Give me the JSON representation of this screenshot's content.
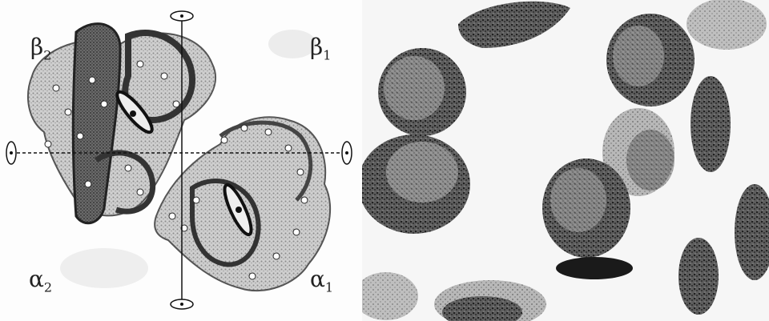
{
  "left_panel": {
    "labels": {
      "beta2": "β2",
      "beta1": "β1",
      "alpha2": "α2",
      "alpha1": "α1"
    }
  },
  "right_panel": {}
}
